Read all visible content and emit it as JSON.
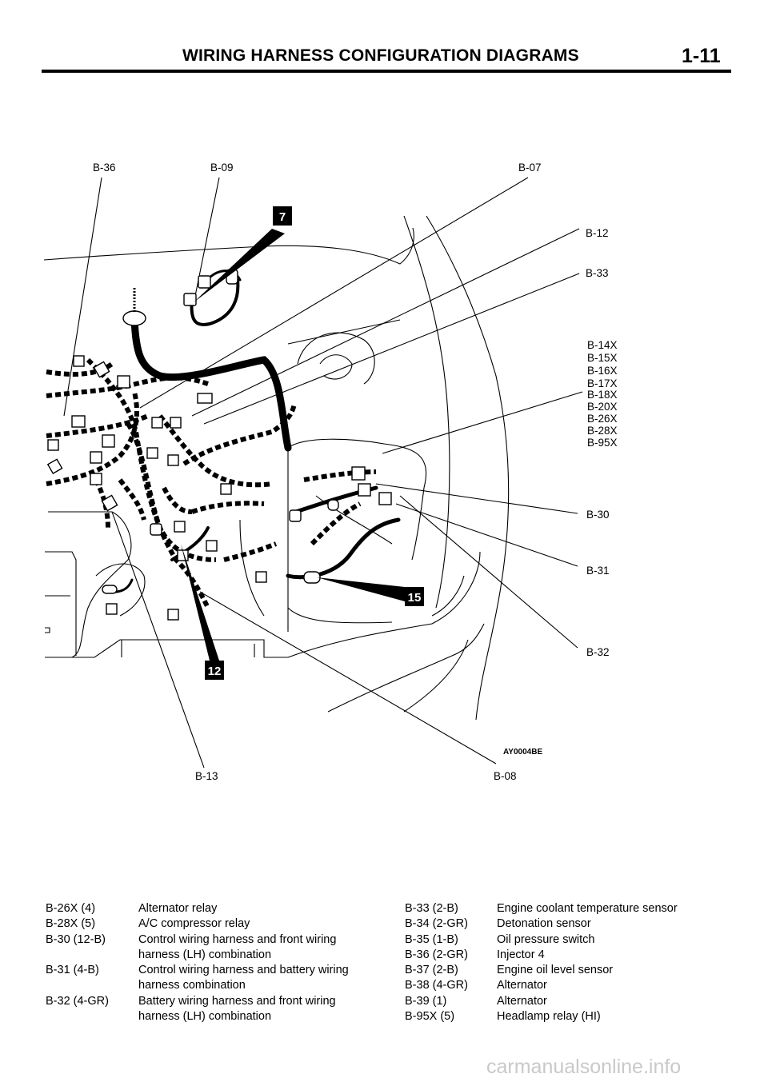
{
  "header": {
    "title": "WIRING HARNESS CONFIGURATION DIAGRAMS",
    "page_number": "1-11"
  },
  "diagram": {
    "labels": {
      "b36": "B-36",
      "b09": "B-09",
      "b07": "B-07",
      "b12": "B-12",
      "b33": "B-33",
      "b30": "B-30",
      "b31": "B-31",
      "b32": "B-32",
      "b13": "B-13",
      "b08": "B-08"
    },
    "group_labels": [
      "B-14X",
      "B-15X",
      "B-16X",
      "B-17X",
      "B-18X",
      "B-20X",
      "B-26X",
      "B-28X",
      "B-95X"
    ],
    "badges": {
      "b7": "7",
      "b15": "15",
      "b12": "12"
    },
    "figure_code": "AY0004BE"
  },
  "legend": {
    "left": [
      {
        "code": "B-26X (4)",
        "desc": "Alternator relay"
      },
      {
        "code": "B-28X (5)",
        "desc": "A/C compressor relay"
      },
      {
        "code": "B-30 (12-B)",
        "desc": "Control wiring harness and front wiring"
      },
      {
        "code": "",
        "desc": "harness (LH) combination"
      },
      {
        "code": "B-31 (4-B)",
        "desc": "Control wiring harness and battery wiring"
      },
      {
        "code": "",
        "desc": "harness combination"
      },
      {
        "code": "B-32 (4-GR)",
        "desc": "Battery wiring harness and front wiring"
      },
      {
        "code": "",
        "desc": "harness (LH) combination"
      }
    ],
    "right": [
      {
        "code": "B-33 (2-B)",
        "desc": "Engine coolant temperature sensor"
      },
      {
        "code": "B-34 (2-GR)",
        "desc": "Detonation sensor"
      },
      {
        "code": "B-35 (1-B)",
        "desc": "Oil pressure switch"
      },
      {
        "code": "B-36 (2-GR)",
        "desc": "Injector 4"
      },
      {
        "code": "B-37 (2-B)",
        "desc": "Engine oil level sensor"
      },
      {
        "code": "B-38 (4-GR)",
        "desc": "Alternator"
      },
      {
        "code": "B-39 (1)",
        "desc": "Alternator"
      },
      {
        "code": "B-95X (5)",
        "desc": "Headlamp relay (HI)"
      }
    ]
  },
  "watermark": "carmanualsonline.info"
}
